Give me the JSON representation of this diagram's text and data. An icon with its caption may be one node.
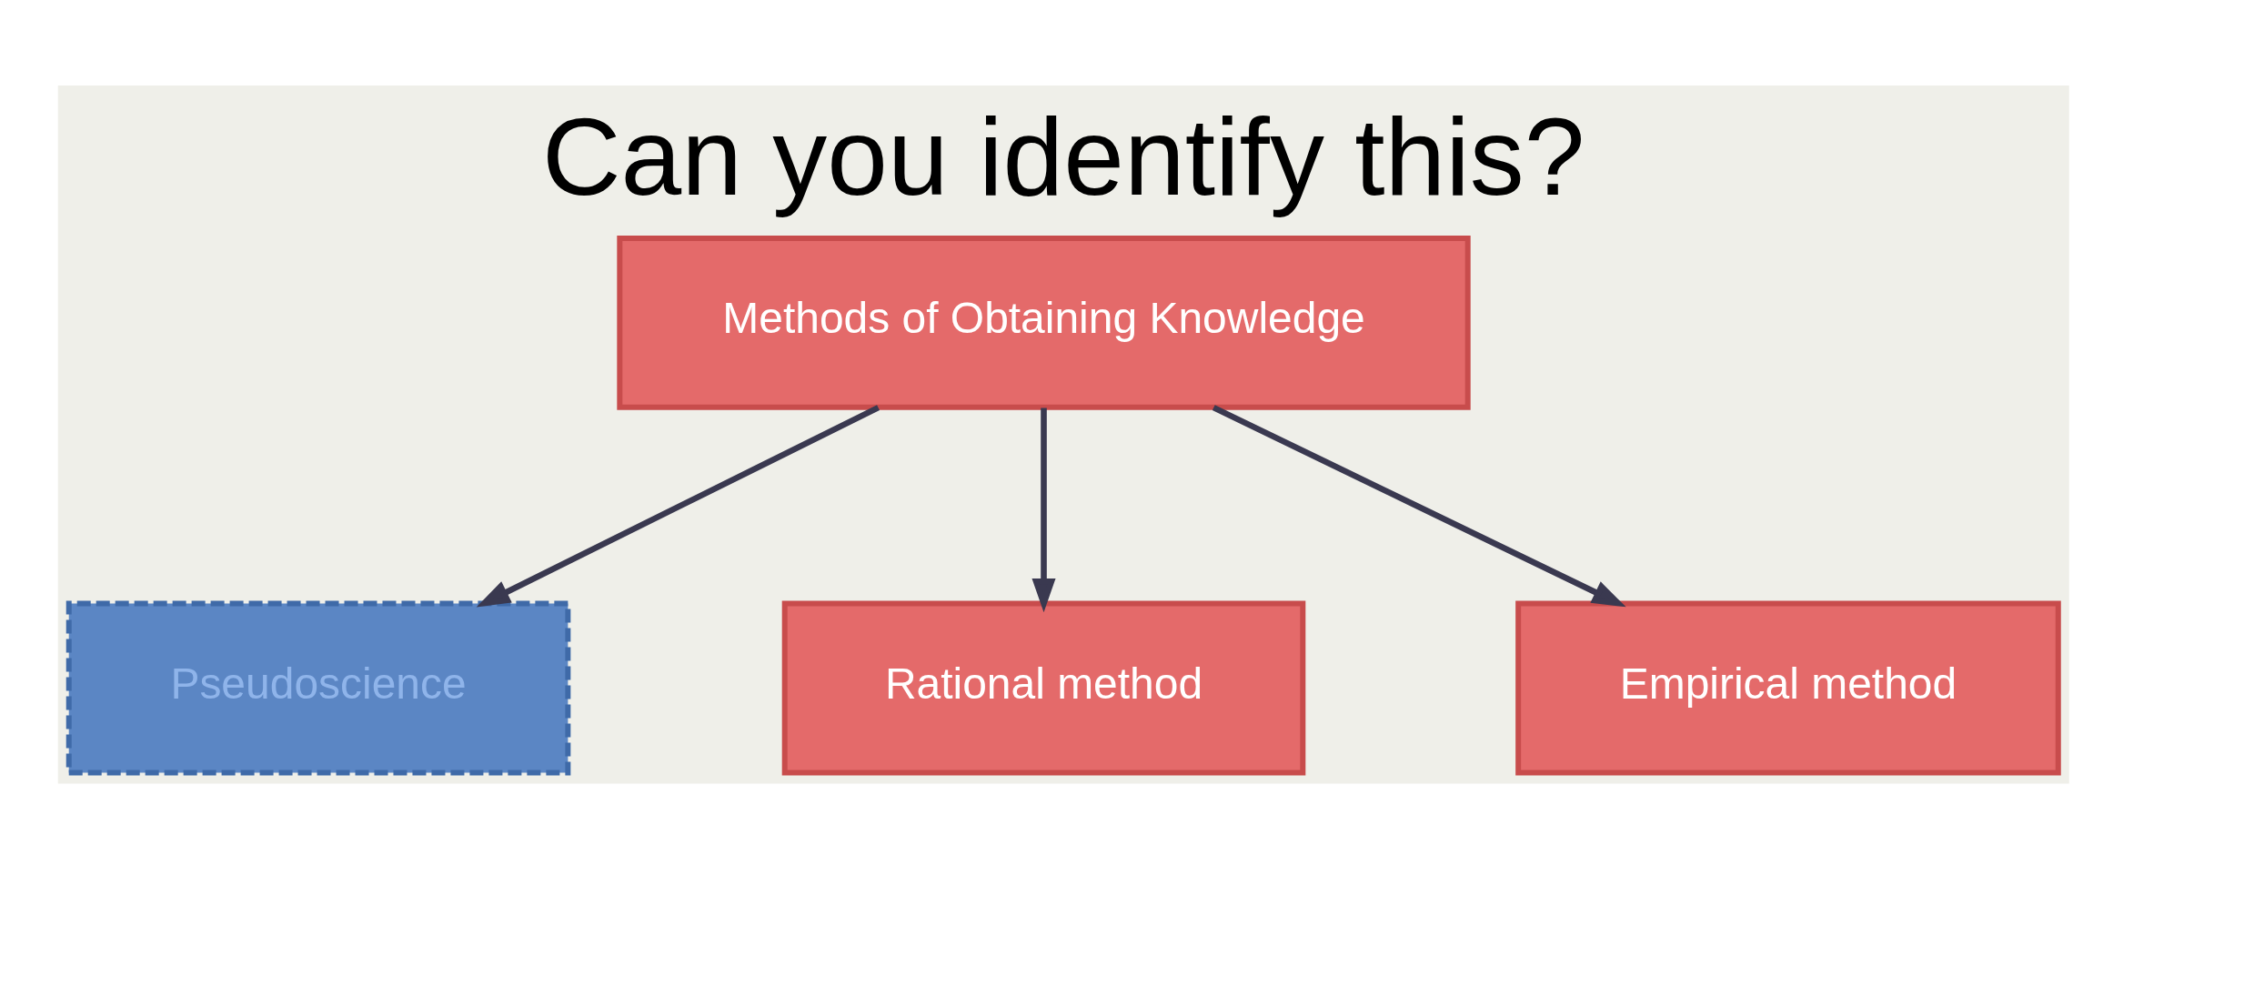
{
  "diagram": {
    "title": "Can you identify this?",
    "nodes": [
      {
        "text": [
          "Methods of Obtaining Knowledge"
        ]
      },
      {
        "text": [
          "Pseudoscience"
        ]
      },
      {
        "text": [
          "Rational method"
        ]
      },
      {
        "text": [
          "Empirical method"
        ]
      }
    ],
    "edges": [
      {
        "from": 0,
        "to": 1,
        "arrow": "to"
      },
      {
        "from": 0,
        "to": 2,
        "arrow": "to"
      },
      {
        "from": 0,
        "to": 3,
        "arrow": "to"
      }
    ]
  }
}
